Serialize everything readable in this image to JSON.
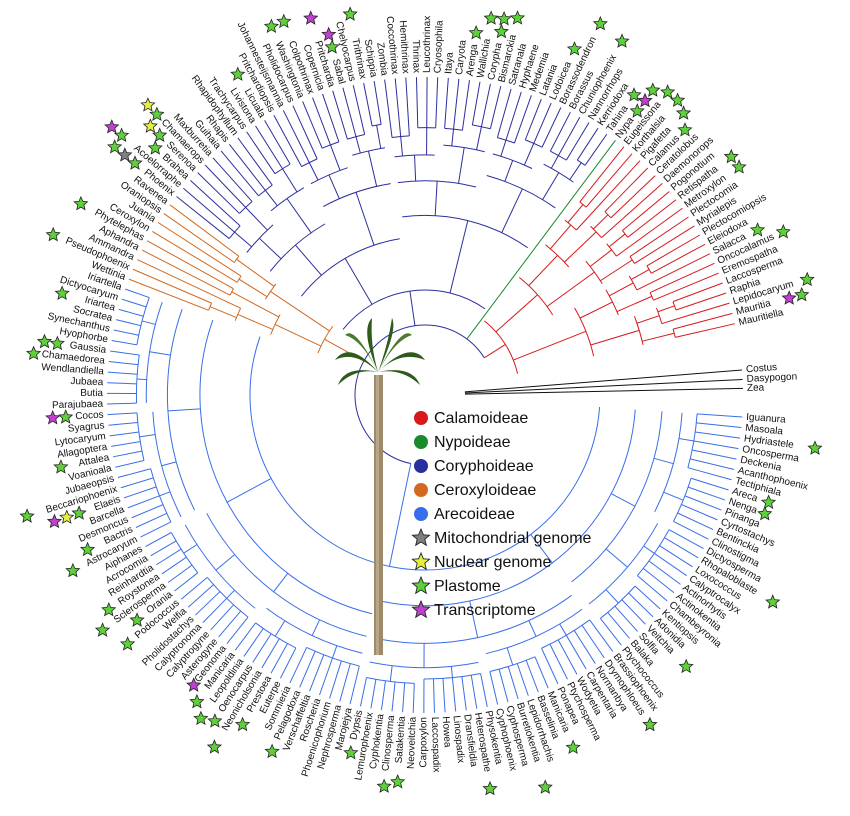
{
  "legend": {
    "clades": [
      {
        "label": "Calamoideae",
        "color": "#d7191c"
      },
      {
        "label": "Nypoideae",
        "color": "#1a8a2a"
      },
      {
        "label": "Coryphoideae",
        "color": "#2b2f9e"
      },
      {
        "label": "Ceroxyloideae",
        "color": "#d2691e"
      },
      {
        "label": "Arecoideae",
        "color": "#3a6ee8"
      }
    ],
    "markers": [
      {
        "label": "Mitochondrial genome",
        "color": "#808080",
        "icon": "star-icon"
      },
      {
        "label": "Nuclear genome",
        "color": "#e6f03c",
        "icon": "star-icon"
      },
      {
        "label": "Plastome",
        "color": "#5ed13a",
        "icon": "star-icon"
      },
      {
        "label": "Transcriptome",
        "color": "#c040d0",
        "icon": "star-icon"
      }
    ]
  },
  "outgroups": [
    "Costus",
    "Dasypogon",
    "Zea"
  ],
  "taxa": [
    {
      "name": "Iguanura",
      "clade": "arec",
      "marks": []
    },
    {
      "name": "Masoala",
      "clade": "arec",
      "marks": []
    },
    {
      "name": "Hydriastele",
      "clade": "arec",
      "marks": [
        "plastome"
      ]
    },
    {
      "name": "Oncosperma",
      "clade": "arec",
      "marks": []
    },
    {
      "name": "Deckenia",
      "clade": "arec",
      "marks": []
    },
    {
      "name": "Acanthophoenix",
      "clade": "arec",
      "marks": []
    },
    {
      "name": "Tectiphiala",
      "clade": "arec",
      "marks": []
    },
    {
      "name": "Areca",
      "clade": "arec",
      "marks": [
        "plastome"
      ]
    },
    {
      "name": "Nenga",
      "clade": "arec",
      "marks": [
        "plastome"
      ]
    },
    {
      "name": "Pinanga",
      "clade": "arec",
      "marks": []
    },
    {
      "name": "Cyrtostachys",
      "clade": "arec",
      "marks": []
    },
    {
      "name": "Bentinckia",
      "clade": "arec",
      "marks": []
    },
    {
      "name": "Clinostigma",
      "clade": "arec",
      "marks": []
    },
    {
      "name": "Dictyosperma",
      "clade": "arec",
      "marks": []
    },
    {
      "name": "Rhopaloblaste",
      "clade": "arec",
      "marks": [
        "plastome"
      ]
    },
    {
      "name": "Loxococcus",
      "clade": "arec",
      "marks": []
    },
    {
      "name": "Calyptrocalyx",
      "clade": "arec",
      "marks": []
    },
    {
      "name": "Actinorhytis",
      "clade": "arec",
      "marks": []
    },
    {
      "name": "Actinokentia",
      "clade": "arec",
      "marks": []
    },
    {
      "name": "Chambeyronia",
      "clade": "arec",
      "marks": []
    },
    {
      "name": "Kentiopsis",
      "clade": "arec",
      "marks": []
    },
    {
      "name": "Adonidia",
      "clade": "arec",
      "marks": []
    },
    {
      "name": "Veitchia",
      "clade": "arec",
      "marks": [
        "plastome"
      ]
    },
    {
      "name": "Solfia",
      "clade": "arec",
      "marks": []
    },
    {
      "name": "Balaka",
      "clade": "arec",
      "marks": []
    },
    {
      "name": "Ptychococcus",
      "clade": "arec",
      "marks": []
    },
    {
      "name": "Brassiophoenix",
      "clade": "arec",
      "marks": []
    },
    {
      "name": "Drymophloeus",
      "clade": "arec",
      "marks": [
        "plastome"
      ]
    },
    {
      "name": "Normanbya",
      "clade": "arec",
      "marks": []
    },
    {
      "name": "Carpentaria",
      "clade": "arec",
      "marks": []
    },
    {
      "name": "Wodyetia",
      "clade": "arec",
      "marks": []
    },
    {
      "name": "Ptychosperma",
      "clade": "arec",
      "marks": []
    },
    {
      "name": "Ponapea",
      "clade": "arec",
      "marks": []
    },
    {
      "name": "Manicaria",
      "clade": "arec",
      "marks": [
        "plastome"
      ]
    },
    {
      "name": "Basselinia",
      "clade": "arec",
      "marks": []
    },
    {
      "name": "Lepidorrhachis",
      "clade": "arec",
      "marks": []
    },
    {
      "name": "Burretiokentia",
      "clade": "arec",
      "marks": [
        "plastome"
      ]
    },
    {
      "name": "Cyphosperma",
      "clade": "arec",
      "marks": []
    },
    {
      "name": "Cyphophoenix",
      "clade": "arec",
      "marks": []
    },
    {
      "name": "Physokentia",
      "clade": "arec",
      "marks": []
    },
    {
      "name": "Heterospathe",
      "clade": "arec",
      "marks": [
        "plastome"
      ]
    },
    {
      "name": "Dransfieldia",
      "clade": "arec",
      "marks": []
    },
    {
      "name": "Linospadix",
      "clade": "arec",
      "marks": []
    },
    {
      "name": "Howea",
      "clade": "arec",
      "marks": []
    },
    {
      "name": "Laccospadix",
      "clade": "arec",
      "marks": []
    },
    {
      "name": "Carpoxylon",
      "clade": "arec",
      "marks": []
    },
    {
      "name": "Neoveitchia",
      "clade": "arec",
      "marks": []
    },
    {
      "name": "Satakentia",
      "clade": "arec",
      "marks": [
        "plastome"
      ]
    },
    {
      "name": "Clinosperma",
      "clade": "arec",
      "marks": [
        "plastome"
      ]
    },
    {
      "name": "Cyphokentia",
      "clade": "arec",
      "marks": []
    },
    {
      "name": "Lemurophoenix",
      "clade": "arec",
      "marks": []
    },
    {
      "name": "Dypsis",
      "clade": "arec",
      "marks": [
        "plastome"
      ]
    },
    {
      "name": "Marojejya",
      "clade": "arec",
      "marks": []
    },
    {
      "name": "Nephrosperma",
      "clade": "arec",
      "marks": []
    },
    {
      "name": "Phoenicophorium",
      "clade": "arec",
      "marks": []
    },
    {
      "name": "Roscheria",
      "clade": "arec",
      "marks": []
    },
    {
      "name": "Verschaffeltia",
      "clade": "arec",
      "marks": []
    },
    {
      "name": "Pelagodoxa",
      "clade": "arec",
      "marks": [
        "plastome"
      ]
    },
    {
      "name": "Sommieria",
      "clade": "arec",
      "marks": []
    },
    {
      "name": "Euterpe",
      "clade": "arec",
      "marks": []
    },
    {
      "name": "Prestoea",
      "clade": "arec",
      "marks": [
        "plastome"
      ]
    },
    {
      "name": "Neonicholsonia",
      "clade": "arec",
      "marks": [
        "plastome"
      ]
    },
    {
      "name": "Oenocarpus",
      "clade": "arec",
      "marks": [
        "plastome"
      ]
    },
    {
      "name": "Leopoldinia",
      "clade": "arec",
      "marks": [
        "plastome"
      ]
    },
    {
      "name": "Manicaria",
      "clade": "arec",
      "marks": [
        "plastome"
      ]
    },
    {
      "name": "Geonoma",
      "clade": "arec",
      "marks": [
        "transcriptome"
      ]
    },
    {
      "name": "Asterogyne",
      "clade": "arec",
      "marks": []
    },
    {
      "name": "Calyptrogyne",
      "clade": "arec",
      "marks": []
    },
    {
      "name": "Calyptronoma",
      "clade": "arec",
      "marks": []
    },
    {
      "name": "Pholidostachys",
      "clade": "arec",
      "marks": []
    },
    {
      "name": "Welfia",
      "clade": "arec",
      "marks": []
    },
    {
      "name": "Podococcus",
      "clade": "arec",
      "marks": [
        "plastome"
      ]
    },
    {
      "name": "Orania",
      "clade": "arec",
      "marks": [
        "plastome"
      ]
    },
    {
      "name": "Sclerosperma",
      "clade": "arec",
      "marks": [
        "plastome"
      ]
    },
    {
      "name": "Roystonea",
      "clade": "arec",
      "marks": [
        "plastome"
      ]
    },
    {
      "name": "Reinhardtia",
      "clade": "arec",
      "marks": []
    },
    {
      "name": "Acrocomia",
      "clade": "arec",
      "marks": []
    },
    {
      "name": "Aiphanes",
      "clade": "arec",
      "marks": []
    },
    {
      "name": "Astrocaryum",
      "clade": "arec",
      "marks": [
        "plastome"
      ]
    },
    {
      "name": "Bactris",
      "clade": "arec",
      "marks": [
        "plastome"
      ]
    },
    {
      "name": "Desmoncus",
      "clade": "arec",
      "marks": []
    },
    {
      "name": "Barcella",
      "clade": "arec",
      "marks": []
    },
    {
      "name": "Elaeis",
      "clade": "arec",
      "marks": [
        "plastome",
        "nuclear",
        "transcriptome"
      ]
    },
    {
      "name": "Beccariophoenix",
      "clade": "arec",
      "marks": [
        "plastome"
      ]
    },
    {
      "name": "Jubaeopsis",
      "clade": "arec",
      "marks": []
    },
    {
      "name": "Voanioala",
      "clade": "arec",
      "marks": []
    },
    {
      "name": "Attalea",
      "clade": "arec",
      "marks": [
        "plastome"
      ]
    },
    {
      "name": "Allagoptera",
      "clade": "arec",
      "marks": []
    },
    {
      "name": "Lytocaryum",
      "clade": "arec",
      "marks": []
    },
    {
      "name": "Syagrus",
      "clade": "arec",
      "marks": []
    },
    {
      "name": "Cocos",
      "clade": "arec",
      "marks": [
        "plastome",
        "transcriptome"
      ]
    },
    {
      "name": "Parajubaea",
      "clade": "arec",
      "marks": []
    },
    {
      "name": "Butia",
      "clade": "arec",
      "marks": []
    },
    {
      "name": "Jubaea",
      "clade": "arec",
      "marks": []
    },
    {
      "name": "Wendlandiella",
      "clade": "arec",
      "marks": []
    },
    {
      "name": "Chamaedorea",
      "clade": "arec",
      "marks": [
        "plastome"
      ]
    },
    {
      "name": "Gaussia",
      "clade": "arec",
      "marks": [
        "plastome",
        "plastome"
      ]
    },
    {
      "name": "Hyophorbe",
      "clade": "arec",
      "marks": []
    },
    {
      "name": "Synechanthus",
      "clade": "arec",
      "marks": []
    },
    {
      "name": "Socratea",
      "clade": "arec",
      "marks": []
    },
    {
      "name": "Iriartea",
      "clade": "arec",
      "marks": [
        "plastome"
      ]
    },
    {
      "name": "Dictyocaryum",
      "clade": "arec",
      "marks": []
    },
    {
      "name": "Iriartella",
      "clade": "arec",
      "marks": []
    },
    {
      "name": "Wettinia",
      "clade": "cerox",
      "marks": []
    },
    {
      "name": "Pseudophoenix",
      "clade": "cerox",
      "marks": [
        "plastome"
      ]
    },
    {
      "name": "Ammandra",
      "clade": "cerox",
      "marks": []
    },
    {
      "name": "Aphandra",
      "clade": "cerox",
      "marks": []
    },
    {
      "name": "Phytelephas",
      "clade": "cerox",
      "marks": [
        "plastome"
      ]
    },
    {
      "name": "Ceroxylon",
      "clade": "cerox",
      "marks": []
    },
    {
      "name": "Juania",
      "clade": "cerox",
      "marks": []
    },
    {
      "name": "Oraniopsis",
      "clade": "cerox",
      "marks": []
    },
    {
      "name": "Ravenea",
      "clade": "cerox",
      "marks": []
    },
    {
      "name": "Phoenix",
      "clade": "cory",
      "marks": [
        "plastome",
        "mito",
        "plastome"
      ]
    },
    {
      "name": "Acoelorraphe",
      "clade": "cory",
      "marks": [
        "plastome",
        "transcriptome"
      ]
    },
    {
      "name": "Brahea",
      "clade": "cory",
      "marks": [
        "plastome"
      ]
    },
    {
      "name": "Serenoa",
      "clade": "cory",
      "marks": [
        "plastome",
        "nuclear"
      ]
    },
    {
      "name": "Chamaerops",
      "clade": "cory",
      "marks": [
        "plastome",
        "nuclear"
      ]
    },
    {
      "name": "Maxburretia",
      "clade": "cory",
      "marks": []
    },
    {
      "name": "Guihaia",
      "clade": "cory",
      "marks": []
    },
    {
      "name": "Rhapis",
      "clade": "cory",
      "marks": []
    },
    {
      "name": "Rhapidophyllum",
      "clade": "cory",
      "marks": []
    },
    {
      "name": "Trachycarpus",
      "clade": "cory",
      "marks": []
    },
    {
      "name": "Livistona",
      "clade": "cory",
      "marks": []
    },
    {
      "name": "Licuala",
      "clade": "cory",
      "marks": [
        "plastome"
      ]
    },
    {
      "name": "Pritchardiopsis",
      "clade": "cory",
      "marks": []
    },
    {
      "name": "Johannesteijsmannia",
      "clade": "cory",
      "marks": []
    },
    {
      "name": "Pholidocarpus",
      "clade": "cory",
      "marks": []
    },
    {
      "name": "Washingtonia",
      "clade": "cory",
      "marks": [
        "plastome"
      ]
    },
    {
      "name": "Colpothrinax",
      "clade": "cory",
      "marks": [
        "plastome"
      ]
    },
    {
      "name": "Copernicia",
      "clade": "cory",
      "marks": []
    },
    {
      "name": "Pritchardia",
      "clade": "cory",
      "marks": [
        "transcriptome"
      ]
    },
    {
      "name": "Sabal",
      "clade": "cory",
      "marks": [
        "plastome",
        "transcriptome"
      ]
    },
    {
      "name": "Chelyocarpus",
      "clade": "cory",
      "marks": []
    },
    {
      "name": "Trithrinax",
      "clade": "cory",
      "marks": [
        "plastome"
      ]
    },
    {
      "name": "Schippia",
      "clade": "cory",
      "marks": []
    },
    {
      "name": "Zombia",
      "clade": "cory",
      "marks": []
    },
    {
      "name": "Coccothrinax",
      "clade": "cory",
      "marks": []
    },
    {
      "name": "Hemithrinax",
      "clade": "cory",
      "marks": []
    },
    {
      "name": "Thrinax",
      "clade": "cory",
      "marks": []
    },
    {
      "name": "Leucothrinax",
      "clade": "cory",
      "marks": []
    },
    {
      "name": "Cryosophila",
      "clade": "cory",
      "marks": []
    },
    {
      "name": "Itaya",
      "clade": "cory",
      "marks": []
    },
    {
      "name": "Caryota",
      "clade": "cory",
      "marks": []
    },
    {
      "name": "Arenga",
      "clade": "cory",
      "marks": [
        "plastome"
      ]
    },
    {
      "name": "Wallichia",
      "clade": "cory",
      "marks": [
        "plastome"
      ]
    },
    {
      "name": "Corypha",
      "clade": "cory",
      "marks": [
        "plastome",
        "plastome"
      ]
    },
    {
      "name": "Bismarckia",
      "clade": "cory",
      "marks": [
        "plastome"
      ]
    },
    {
      "name": "Satranala",
      "clade": "cory",
      "marks": []
    },
    {
      "name": "Hyphaene",
      "clade": "cory",
      "marks": []
    },
    {
      "name": "Medemia",
      "clade": "cory",
      "marks": []
    },
    {
      "name": "Latania",
      "clade": "cory",
      "marks": []
    },
    {
      "name": "Lodoicea",
      "clade": "cory",
      "marks": [
        "plastome"
      ]
    },
    {
      "name": "Borassodendron",
      "clade": "cory",
      "marks": [
        "plastome"
      ]
    },
    {
      "name": "Borassus",
      "clade": "cory",
      "marks": []
    },
    {
      "name": "Chuniophoenix",
      "clade": "cory",
      "marks": [
        "plastome"
      ]
    },
    {
      "name": "Nannorrhops",
      "clade": "cory",
      "marks": []
    },
    {
      "name": "Kerriodoxa",
      "clade": "cory",
      "marks": []
    },
    {
      "name": "Tahina",
      "clade": "cory",
      "marks": [
        "plastome"
      ]
    },
    {
      "name": "Nypa",
      "clade": "nyp",
      "marks": [
        "plastome",
        "transcriptome",
        "plastome"
      ]
    },
    {
      "name": "Eugeissona",
      "clade": "cala",
      "marks": [
        "plastome"
      ]
    },
    {
      "name": "Korthalsia",
      "clade": "cala",
      "marks": [
        "plastome"
      ]
    },
    {
      "name": "Pigafetta",
      "clade": "cala",
      "marks": [
        "plastome"
      ]
    },
    {
      "name": "Calamus",
      "clade": "cala",
      "marks": [
        "plastome"
      ]
    },
    {
      "name": "Ceratolobus",
      "clade": "cala",
      "marks": []
    },
    {
      "name": "Daemonorops",
      "clade": "cala",
      "marks": []
    },
    {
      "name": "Pogonotium",
      "clade": "cala",
      "marks": []
    },
    {
      "name": "Retispatha",
      "clade": "cala",
      "marks": [
        "plastome"
      ]
    },
    {
      "name": "Metroxylon",
      "clade": "cala",
      "marks": [
        "plastome"
      ]
    },
    {
      "name": "Plectocomia",
      "clade": "cala",
      "marks": []
    },
    {
      "name": "Myrialepis",
      "clade": "cala",
      "marks": []
    },
    {
      "name": "Plectocomiopsis",
      "clade": "cala",
      "marks": []
    },
    {
      "name": "Eleiodoxa",
      "clade": "cala",
      "marks": []
    },
    {
      "name": "Salacca",
      "clade": "cala",
      "marks": [
        "plastome"
      ]
    },
    {
      "name": "Oncocalamus",
      "clade": "cala",
      "marks": [
        "plastome"
      ]
    },
    {
      "name": "Eremospatha",
      "clade": "cala",
      "marks": []
    },
    {
      "name": "Laccosperma",
      "clade": "cala",
      "marks": []
    },
    {
      "name": "Raphia",
      "clade": "cala",
      "marks": []
    },
    {
      "name": "Lepidocaryum",
      "clade": "cala",
      "marks": [
        "plastome"
      ]
    },
    {
      "name": "Mauritia",
      "clade": "cala",
      "marks": [
        "transcriptome",
        "plastome"
      ]
    },
    {
      "name": "Mauritiella",
      "clade": "cala",
      "marks": []
    }
  ]
}
